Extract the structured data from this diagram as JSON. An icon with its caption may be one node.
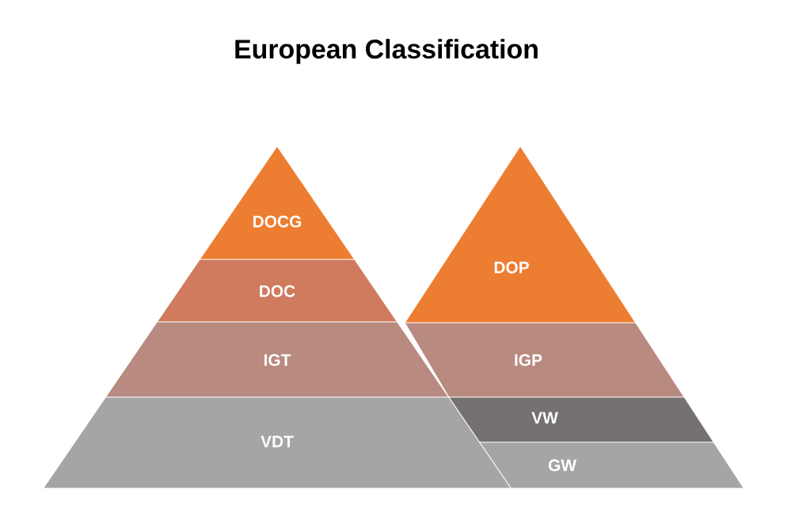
{
  "diagram": {
    "title": "European Classification",
    "nodes": [
      {
        "text": [
          "DOCG"
        ]
      },
      {
        "text": [
          "DOC"
        ]
      },
      {
        "text": [
          "IGT"
        ]
      },
      {
        "text": [
          "VDT"
        ]
      },
      {
        "text": [
          "DOP"
        ]
      },
      {
        "text": [
          "IGP"
        ]
      },
      {
        "text": [
          "VW"
        ]
      },
      {
        "text": [
          "GW"
        ]
      }
    ]
  }
}
